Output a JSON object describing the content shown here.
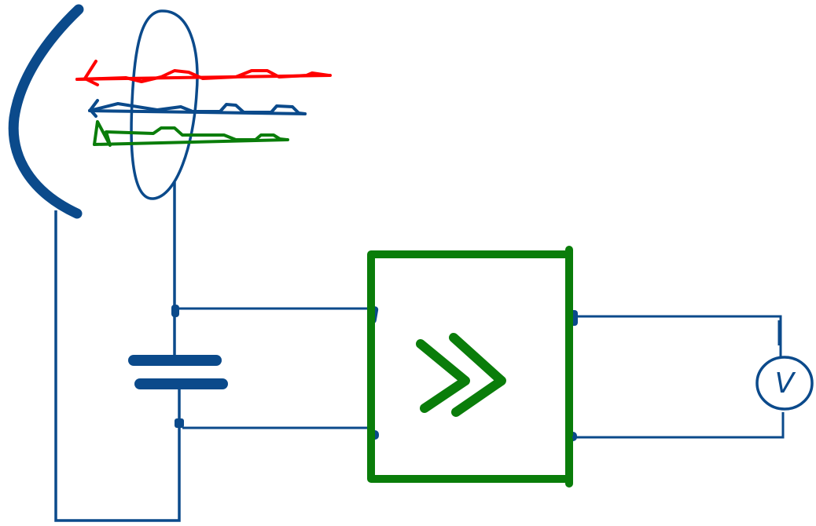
{
  "colors": {
    "wire": "#0b4a8b",
    "amplifier": "#0a7d0a",
    "signal_red": "#ff0000",
    "signal_blue": "#0b4a8b",
    "signal_green": "#0a7d0a",
    "background": "#ffffff"
  },
  "voltmeter": {
    "label": "V"
  },
  "amplifier": {
    "symbol": "double-chevron-right"
  },
  "capacitor": {
    "symbol": "two-parallel-plates"
  }
}
